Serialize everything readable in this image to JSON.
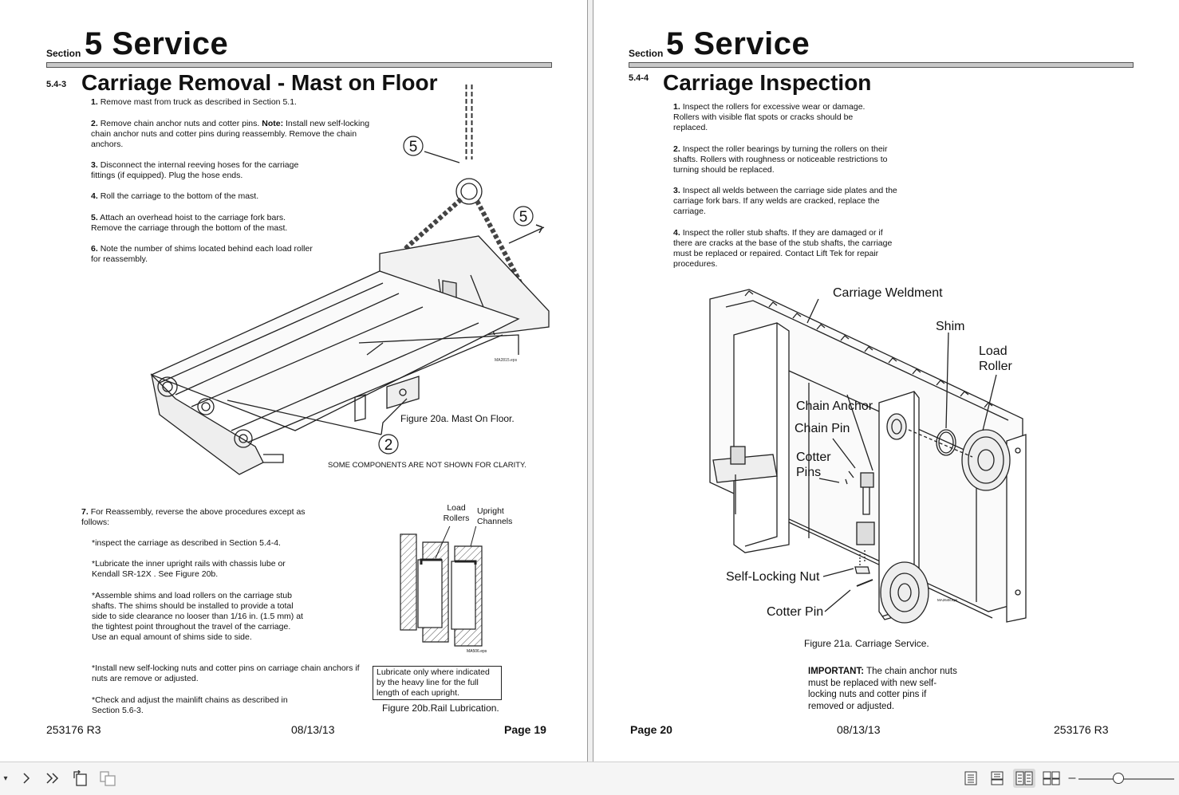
{
  "left_page": {
    "section_word": "Section",
    "section_title": "5 Service",
    "sub_number": "5.4-3",
    "sub_title": "Carriage Removal - Mast on Floor",
    "steps": [
      {
        "num": "1.",
        "text": "Remove mast from truck as described in Section 5.1."
      },
      {
        "num": "2.",
        "text_a": "Remove chain anchor nuts and cotter pins.",
        "bold": "Note:",
        "text_b": "Install new self-locking chain anchor nuts and cotter pins during reassembly. Remove the chain anchors."
      },
      {
        "num": "3.",
        "text": "Disconnect the internal reeving hoses for the carriage fittings (if equipped). Plug the hose ends."
      },
      {
        "num": "4.",
        "text": "Roll the carriage to the bottom of the mast."
      },
      {
        "num": "5.",
        "text": "Attach an overhead hoist to the carriage fork bars. Remove the carriage through the bottom of the mast."
      },
      {
        "num": "6.",
        "text": "Note the number of shims located behind each load roller for reassembly."
      }
    ],
    "step7": {
      "num": "7.",
      "text": "For Reassembly, reverse the above procedures except as follows:",
      "bullets": [
        "*inspect the carriage as described in Section 5.4-4.",
        "*Lubricate the inner upright rails with chassis lube or Kendall SR-12X . See Figure 20b.",
        "*Assemble shims and load rollers on the carriage stub shafts. The shims should be installed to provide a total side to side clearance no looser than 1/16 in. (1.5 mm) at the tightest point throughout the travel of the carriage. Use an equal amount of shims side to side.",
        "*Install new self-locking nuts and cotter pins on carriage chain anchors if nuts are remove or adjusted.",
        "*Check and adjust the mainlift chains as described in Section 5.6-3."
      ]
    },
    "figure_a": {
      "callout_5a": "5",
      "callout_5b": "5",
      "callout_2": "2",
      "file_tag": "MA2815.eps",
      "caption": "Figure 20a. Mast On Floor.",
      "clarity_note": "SOME COMPONENTS ARE NOT SHOWN FOR CLARITY."
    },
    "figure_b": {
      "label_load_rollers": "Load Rollers",
      "label_upright_channels": "Upright Channels",
      "file_tag": "MA506.eps",
      "box_note": "Lubricate only where indicated by the heavy line for the full length of each upright.",
      "caption": "Figure 20b.Rail Lubrication."
    },
    "footer": {
      "doc": "253176 R3",
      "date": "08/13/13",
      "page": "Page 19"
    }
  },
  "right_page": {
    "section_word": "Section",
    "section_title": "5 Service",
    "sub_number": "5.4-4",
    "sub_title": "Carriage Inspection",
    "steps": [
      {
        "num": "1.",
        "text": "Inspect the rollers for excessive wear or damage. Rollers with visible flat spots or cracks should be replaced."
      },
      {
        "num": "2.",
        "text": "Inspect the roller bearings by turning the rollers on their shafts. Rollers with roughness or noticeable restrictions to turning should be replaced."
      },
      {
        "num": "3.",
        "text": "Inspect all welds between the carriage side plates and the carriage fork bars. If any welds are cracked, replace the carriage."
      },
      {
        "num": "4.",
        "text": "Inspect the roller stub shafts. If they are damaged or if there are cracks at the base of the stub shafts, the carriage must be replaced or repaired. Contact Lift Tek for repair procedures."
      }
    ],
    "figure": {
      "label_weldment": "Carriage Weldment",
      "label_shim": "Shim",
      "label_load_roller_1": "Load",
      "label_load_roller_2": "Roller",
      "label_chain_anchor": "Chain Anchor",
      "label_chain_pin": "Chain Pin",
      "label_cotter_1": "Cotter",
      "label_cotter_2": "Pins",
      "label_self_locking": "Self-Locking Nut",
      "label_cotter_pin": "Cotter Pin",
      "file_tag": "MA2648.eps",
      "caption": "Figure 21a. Carriage Service."
    },
    "important": {
      "bold": "IMPORTANT:",
      "text": "The chain anchor nuts must be replaced with new self-locking nuts and cotter pins if removed or adjusted."
    },
    "footer": {
      "page": "Page 20",
      "date": "08/13/13",
      "doc": "253176 R3"
    }
  },
  "toolbar": {
    "icons_left": [
      "dropdown-arrow-icon",
      "next-page-icon",
      "last-page-icon",
      "rotate-page-icon",
      "extract-page-icon"
    ],
    "icons_right": [
      "single-page-view-icon",
      "continuous-view-icon",
      "two-page-view-icon",
      "two-page-continuous-icon"
    ],
    "zoom_level": 0.42
  }
}
